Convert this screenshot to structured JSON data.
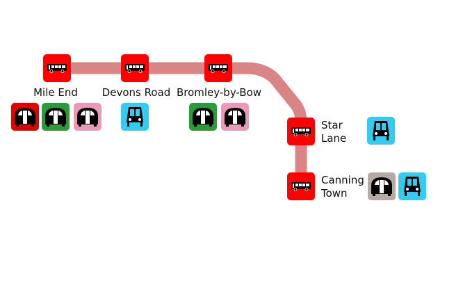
{
  "route": {
    "line_color": "#d98585",
    "stop_color": "#ff0000",
    "stop_icon": "bus-icon"
  },
  "stations": [
    {
      "name": "Mile End",
      "connections": [
        {
          "mode": "underground",
          "line_color": "#e00000",
          "icon": "underground-train-icon"
        },
        {
          "mode": "underground",
          "line_color": "#2b9a3a",
          "icon": "underground-train-icon"
        },
        {
          "mode": "underground",
          "line_color": "#e89ab8",
          "icon": "underground-train-icon"
        }
      ]
    },
    {
      "name": "Devons Road",
      "connections": [
        {
          "mode": "dlr",
          "line_color": "#33ccf0",
          "icon": "dlr-train-icon"
        }
      ]
    },
    {
      "name": "Bromley-by-Bow",
      "connections": [
        {
          "mode": "underground",
          "line_color": "#2b9a3a",
          "icon": "underground-train-icon"
        },
        {
          "mode": "underground",
          "line_color": "#e89ab8",
          "icon": "underground-train-icon"
        }
      ]
    },
    {
      "name_lines": [
        "Star",
        "Lane"
      ],
      "name": "Star Lane",
      "connections": [
        {
          "mode": "dlr",
          "line_color": "#33ccf0",
          "icon": "dlr-train-icon"
        }
      ]
    },
    {
      "name_lines": [
        "Canning",
        "Town"
      ],
      "name": "Canning Town",
      "connections": [
        {
          "mode": "underground",
          "line_color": "#b5aaa8",
          "icon": "underground-train-icon"
        },
        {
          "mode": "dlr",
          "line_color": "#33ccf0",
          "icon": "dlr-train-icon"
        }
      ]
    }
  ]
}
